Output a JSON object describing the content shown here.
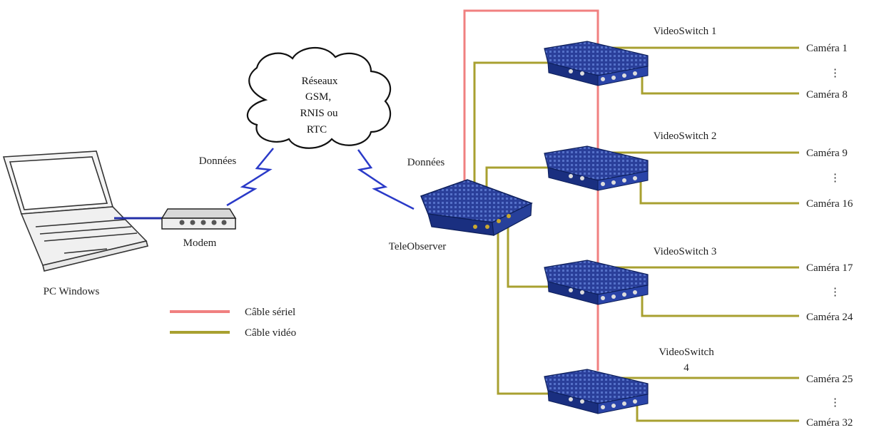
{
  "cloud": {
    "lines": [
      "Réseaux",
      "GSM,",
      "RNIS ou",
      "RTC"
    ]
  },
  "labels": {
    "data_left": "Données",
    "data_right": "Données",
    "modem": "Modem",
    "pc": "PC Windows",
    "teleobserver": "TeleObserver"
  },
  "legend": {
    "serial": {
      "label": "Câble sériel",
      "color": "#f08080"
    },
    "video": {
      "label": "Câble vidéo",
      "color": "#a8a030"
    }
  },
  "switches": [
    {
      "name": "VideoSwitch 1",
      "top_camera": "Caméra 1",
      "bottom_camera": "Caméra 8",
      "ellipsis": "⋮"
    },
    {
      "name": "VideoSwitch 2",
      "top_camera": "Caméra 9",
      "bottom_camera": "Caméra 16",
      "ellipsis": "⋮"
    },
    {
      "name": "VideoSwitch 3",
      "top_camera": "Caméra 17",
      "bottom_camera": "Caméra 24",
      "ellipsis": "⋮"
    },
    {
      "name_line1": "VideoSwitch",
      "name_line2": "4",
      "top_camera": "Caméra 25",
      "bottom_camera": "Caméra 32",
      "ellipsis": "⋮"
    }
  ],
  "colors": {
    "device_blue": "#1e3a8a",
    "link_blue": "#2430a8",
    "lightning": "#2a3ac8"
  }
}
